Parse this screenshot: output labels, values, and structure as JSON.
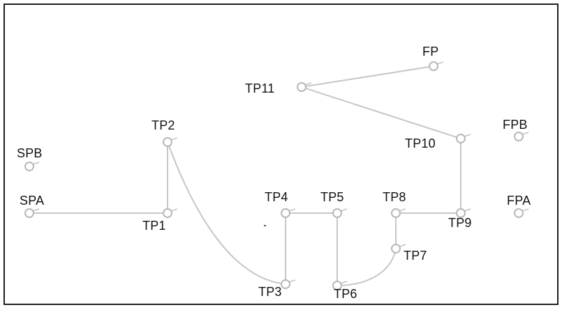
{
  "diagram": {
    "nodes": [
      {
        "id": "SPB",
        "label": "SPB"
      },
      {
        "id": "SPA",
        "label": "SPA"
      },
      {
        "id": "TP1",
        "label": "TP1"
      },
      {
        "id": "TP2",
        "label": "TP2"
      },
      {
        "id": "TP3",
        "label": "TP3"
      },
      {
        "id": "TP4",
        "label": "TP4"
      },
      {
        "id": "TP5",
        "label": "TP5"
      },
      {
        "id": "TP6",
        "label": "TP6"
      },
      {
        "id": "TP7",
        "label": "TP7"
      },
      {
        "id": "TP8",
        "label": "TP8"
      },
      {
        "id": "TP9",
        "label": "TP9"
      },
      {
        "id": "TP10",
        "label": "TP10"
      },
      {
        "id": "TP11",
        "label": "TP11"
      },
      {
        "id": "FP",
        "label": "FP"
      },
      {
        "id": "FPA",
        "label": "FPA"
      },
      {
        "id": "FPB",
        "label": "FPB"
      }
    ],
    "edges": [
      {
        "from": "SPA",
        "to": "TP1"
      },
      {
        "from": "TP1",
        "to": "TP2"
      },
      {
        "from": "TP2",
        "to": "TP3"
      },
      {
        "from": "TP3",
        "to": "TP4"
      },
      {
        "from": "TP4",
        "to": "TP5"
      },
      {
        "from": "TP5",
        "to": "TP6"
      },
      {
        "from": "TP6",
        "to": "TP7"
      },
      {
        "from": "TP7",
        "to": "TP8"
      },
      {
        "from": "TP8",
        "to": "TP9"
      },
      {
        "from": "TP9",
        "to": "TP10"
      },
      {
        "from": "TP10",
        "to": "TP11"
      },
      {
        "from": "TP11",
        "to": "FP"
      }
    ]
  }
}
